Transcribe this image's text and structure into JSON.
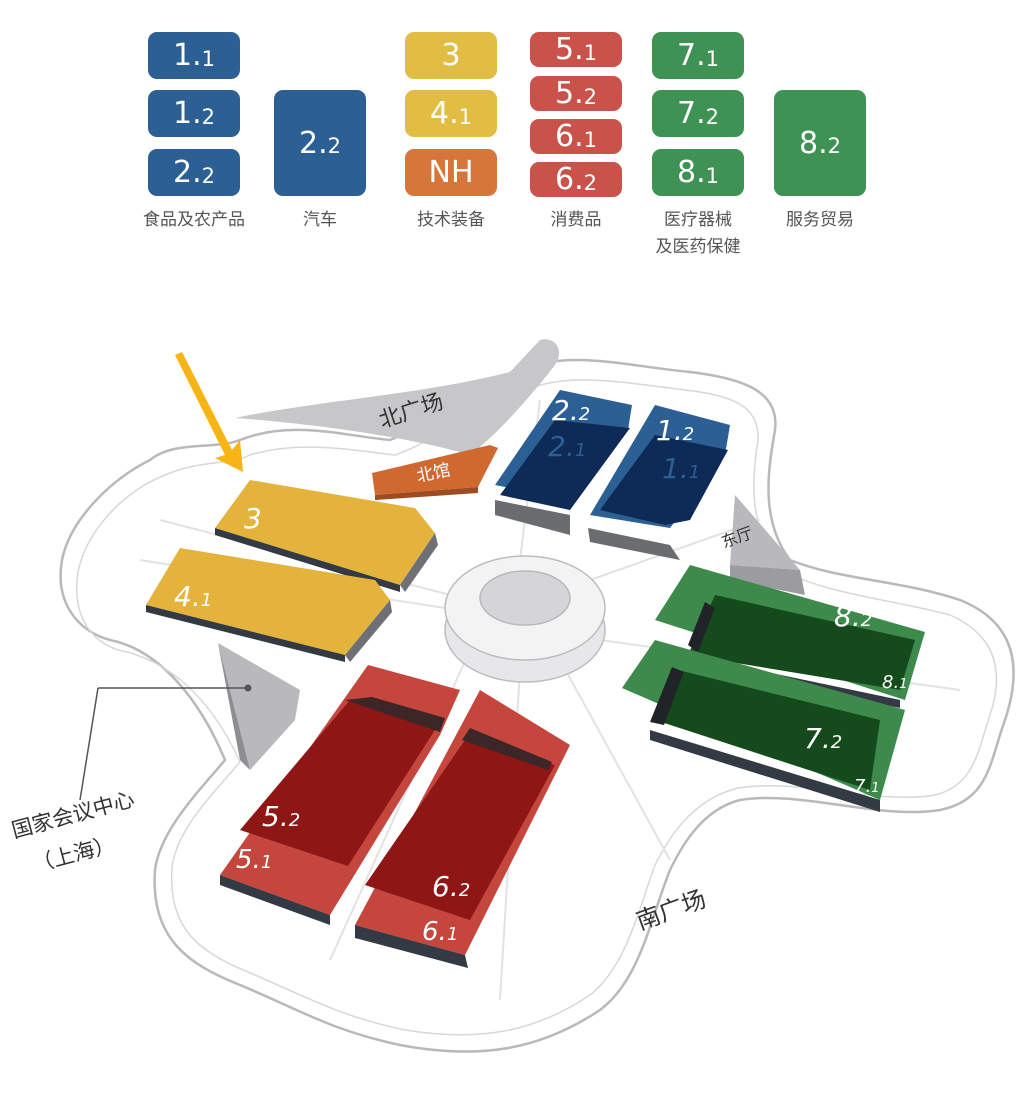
{
  "colors": {
    "blue": "#2c5f94",
    "yellow": "#e2bd44",
    "orange": "#d7763a",
    "red": "#c9534a",
    "green": "#3e9254"
  },
  "legend": {
    "groups": [
      {
        "category": "食品及农产品",
        "tiles": [
          {
            "main": "1.",
            "sub": "1"
          },
          {
            "main": "1.",
            "sub": "2"
          },
          {
            "main": "2.",
            "sub": "2"
          }
        ]
      },
      {
        "category": "汽车",
        "tiles": [
          {
            "main": "2.",
            "sub": "2"
          }
        ]
      },
      {
        "category": "技术装备",
        "tiles": [
          {
            "main": "3",
            "sub": ""
          },
          {
            "main": "4.",
            "sub": "1"
          },
          {
            "main": "NH",
            "sub": ""
          }
        ]
      },
      {
        "category": "消费品",
        "tiles": [
          {
            "main": "5.",
            "sub": "1"
          },
          {
            "main": "5.",
            "sub": "2"
          },
          {
            "main": "6.",
            "sub": "1"
          },
          {
            "main": "6.",
            "sub": "2"
          }
        ]
      },
      {
        "category_line1": "医疗器械",
        "category_line2": "及医药保健",
        "tiles": [
          {
            "main": "7.",
            "sub": "1"
          },
          {
            "main": "7.",
            "sub": "2"
          },
          {
            "main": "8.",
            "sub": "1"
          }
        ]
      },
      {
        "category": "服务贸易",
        "tiles": [
          {
            "main": "8.",
            "sub": "2"
          }
        ]
      }
    ]
  },
  "map": {
    "north_plaza": "北广场",
    "south_plaza": "南广场",
    "north_hall": "北馆",
    "east_hall": "东厅",
    "convention_center_line1": "国家会议中心",
    "convention_center_line2": "（上海）",
    "halls": {
      "h3": "3",
      "h41_main": "4.",
      "h41_sub": "1",
      "h51_main": "5.",
      "h51_sub": "1",
      "h52_main": "5.",
      "h52_sub": "2",
      "h61_main": "6.",
      "h61_sub": "1",
      "h62_main": "6.",
      "h62_sub": "2",
      "h71_main": "7.",
      "h71_sub": "1",
      "h72_main": "7.",
      "h72_sub": "2",
      "h81_main": "8.",
      "h81_sub": "1",
      "h82_main": "8.",
      "h82_sub": "2",
      "h21_main": "2.",
      "h21_sub": "1",
      "h22_main": "2.",
      "h22_sub": "2",
      "h11_main": "1.",
      "h11_sub": "1",
      "h12_main": "1.",
      "h12_sub": "2"
    }
  }
}
